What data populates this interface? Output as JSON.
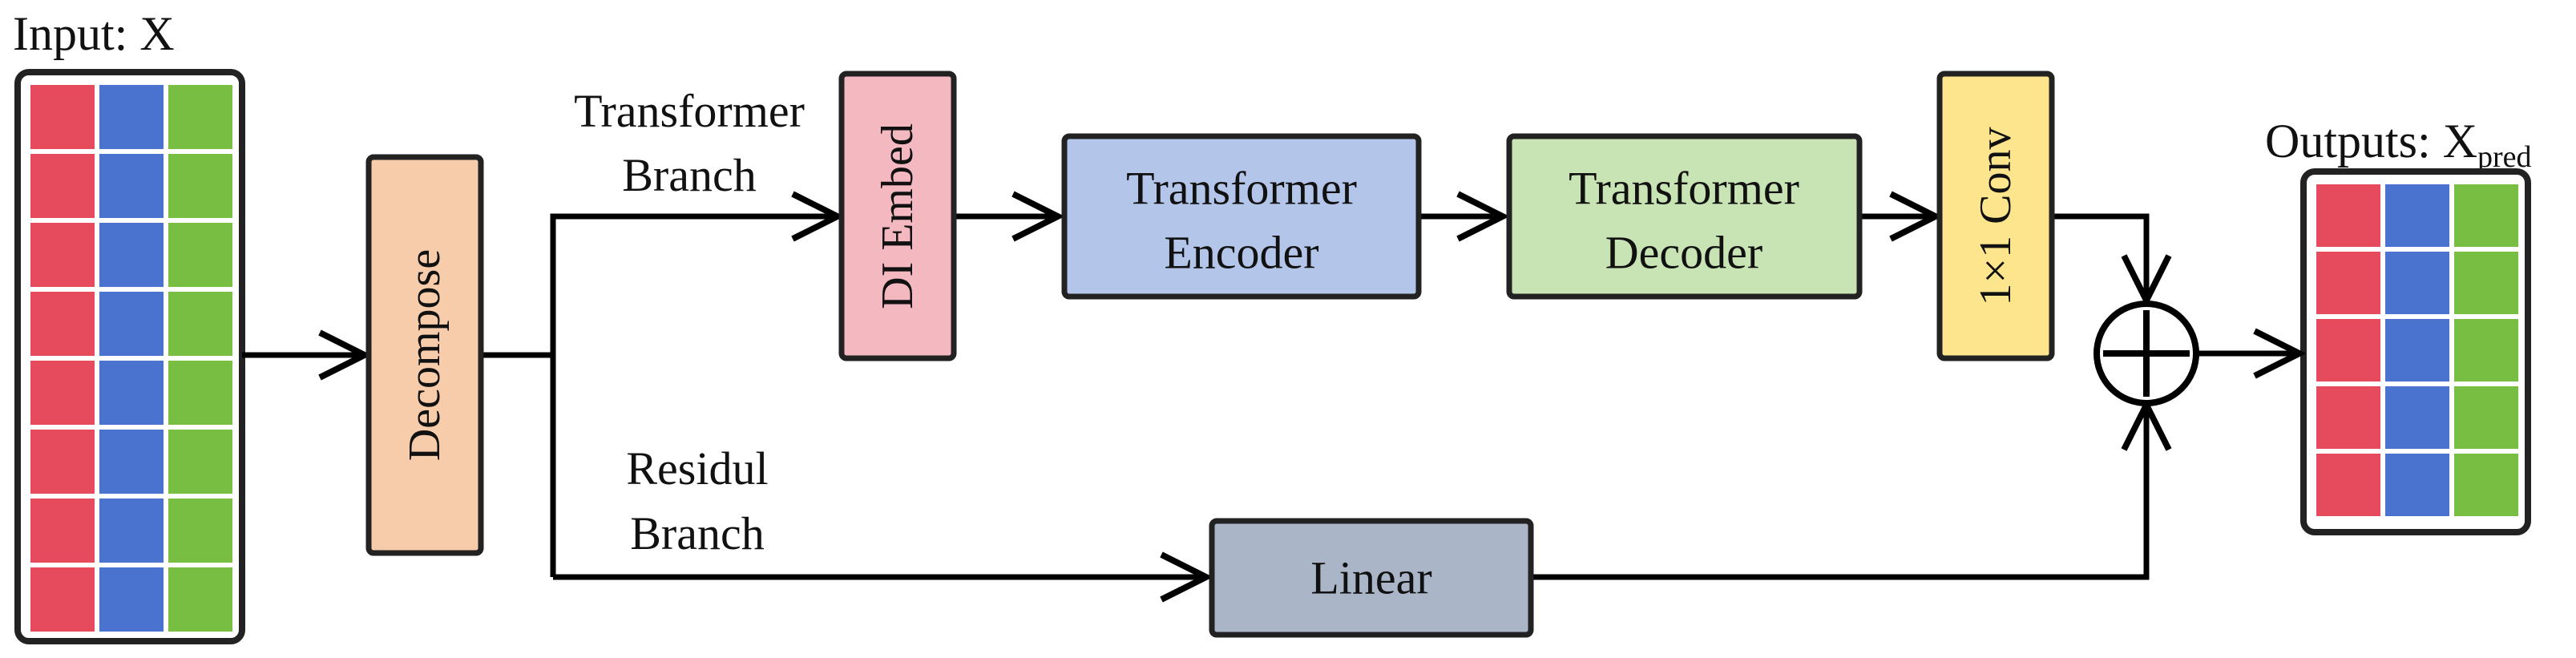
{
  "input": {
    "label": "Input: X"
  },
  "output": {
    "label_main": "Outputs: X",
    "label_sub": "pred"
  },
  "blocks": {
    "decompose": "Decompose",
    "di_embed": "DI Embed",
    "encoder": [
      "Transformer",
      "Encoder"
    ],
    "decoder": [
      "Transformer",
      "Decoder"
    ],
    "conv": "1×1 Conv",
    "linear": "Linear"
  },
  "branches": {
    "transformer": [
      "Transformer",
      "Branch"
    ],
    "residual": [
      "Residul",
      "Branch"
    ]
  },
  "colors": {
    "cell_red": "#e64b5d",
    "cell_blue": "#4a72cf",
    "cell_green": "#77be43",
    "decompose_fill": "#f7ccaa",
    "di_embed_fill": "#f4b8c1",
    "encoder_fill": "#b3c6ea",
    "decoder_fill": "#c8e4b4",
    "conv_fill": "#fde58e",
    "linear_fill": "#aab6c8"
  },
  "icons": {
    "sum": "circle-plus-icon"
  }
}
